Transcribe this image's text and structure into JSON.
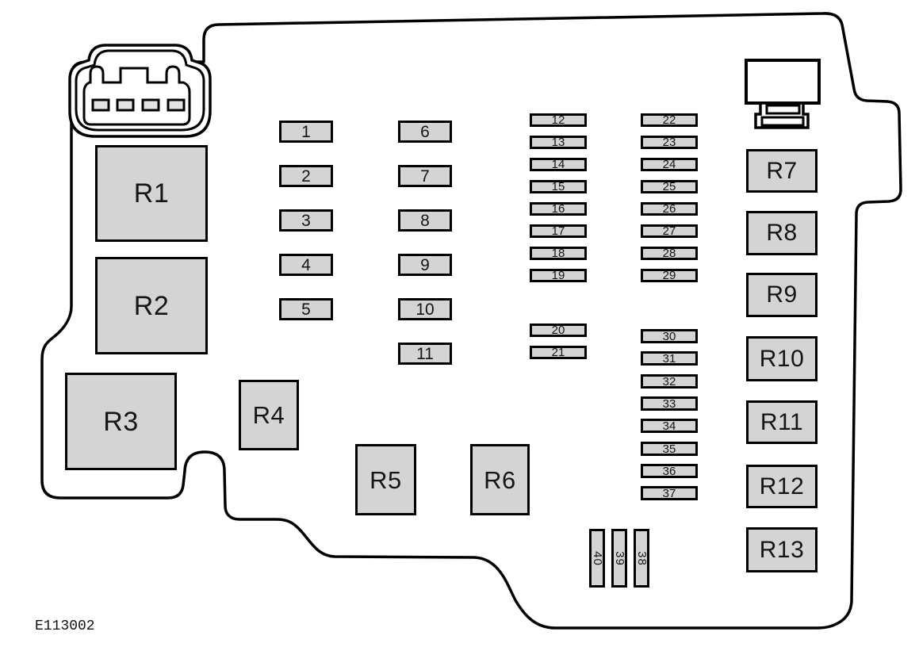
{
  "figure": {
    "label": "E113002"
  },
  "relays": [
    "R1",
    "R2",
    "R3",
    "R4",
    "R5",
    "R6",
    "R7",
    "R8",
    "R9",
    "R10",
    "R11",
    "R12",
    "R13"
  ],
  "fuses": {
    "col_a": [
      "1",
      "2",
      "3",
      "4",
      "5"
    ],
    "col_b": [
      "6",
      "7",
      "8",
      "9",
      "10",
      "11"
    ],
    "col_c_upper": [
      "12",
      "13",
      "14",
      "15",
      "16",
      "17",
      "18",
      "19"
    ],
    "col_c_lower": [
      "20",
      "21"
    ],
    "col_d_upper": [
      "22",
      "23",
      "24",
      "25",
      "26",
      "27",
      "28",
      "29"
    ],
    "col_d_lower": [
      "30",
      "31",
      "32",
      "33",
      "34",
      "35",
      "36",
      "37"
    ],
    "vertical": [
      "40",
      "39",
      "38"
    ]
  },
  "colors": {
    "box_fill": "#d4d4d4",
    "line": "#000000",
    "background": "#ffffff"
  }
}
